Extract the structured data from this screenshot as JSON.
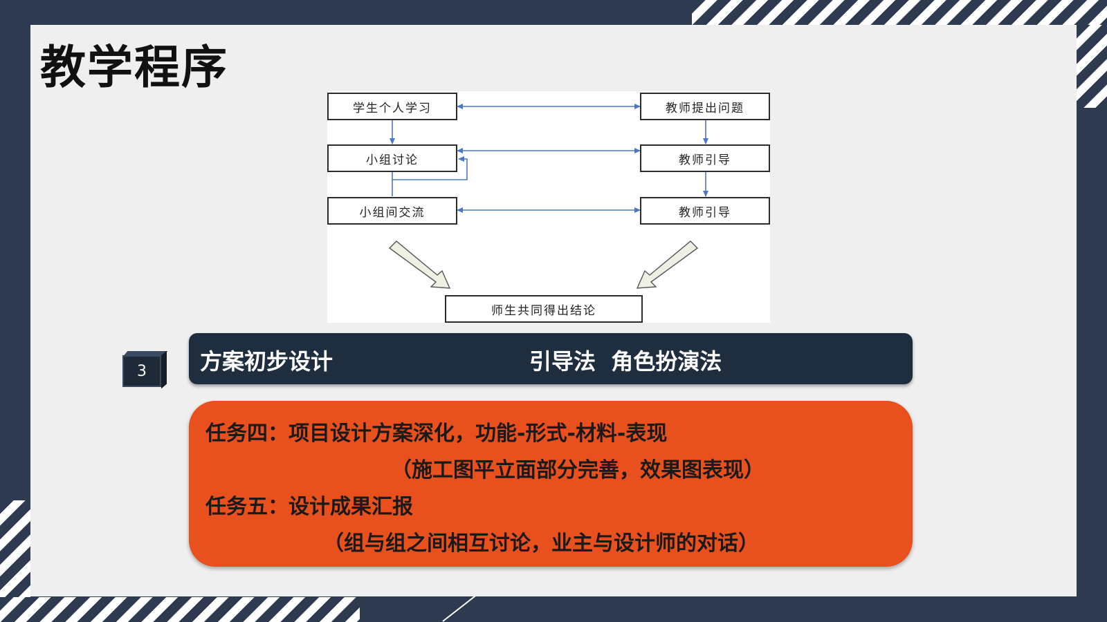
{
  "slide": {
    "title": "教学程序"
  },
  "flowchart": {
    "left_nodes": [
      "学生个人学习",
      "小组讨论",
      "小组间交流"
    ],
    "right_nodes": [
      "教师提出问题",
      "教师引导",
      "教师引导"
    ],
    "bottom_node": "师生共同得出结论"
  },
  "step": {
    "number": "3",
    "label": "方案初步设计",
    "methods": "引导法  角色扮演法"
  },
  "tasks": {
    "task4_title": "任务四：项目设计方案深化，功能-形式-材料-表现",
    "task4_detail": "（施工图平立面部分完善，效果图表现）",
    "task5_title": "任务五：设计成果汇报",
    "task5_detail": "（组与组之间相互讨论，业主与设计师的对话）"
  },
  "colors": {
    "background": "#2e3a4f",
    "slide": "#efefef",
    "method_bar": "#1f2e3e",
    "task_box": "#e8501e",
    "connector": "#4a78c2"
  }
}
